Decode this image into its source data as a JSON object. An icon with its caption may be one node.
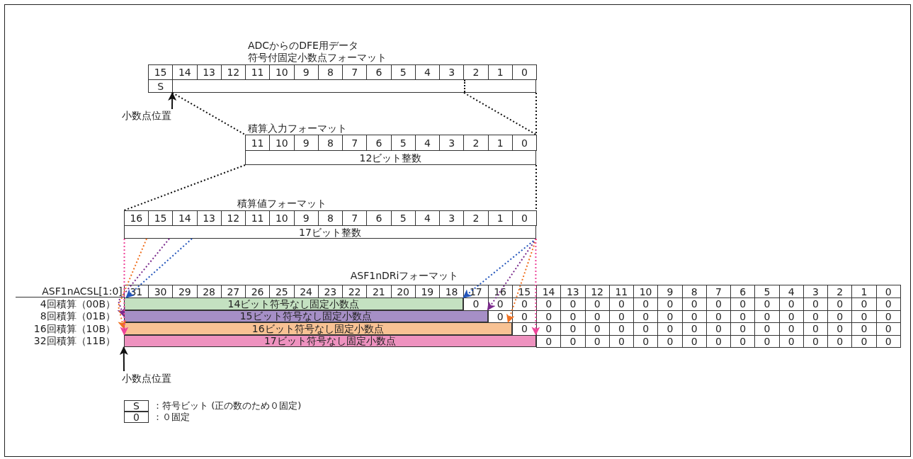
{
  "diagram": {
    "nodes": [
      {
        "text": [
          "ADCからのDFE用データ",
          "符号付固定小数点フォーマット"
        ]
      },
      {
        "text": [
          "S"
        ],
        "in": 0
      },
      {
        "text": [],
        "shape": "box",
        "in": 0
      },
      {
        "text": [
          "小数点位置"
        ]
      },
      {
        "text": [
          "積算入力フォーマット"
        ]
      },
      {
        "text": [
          "12ビット整数"
        ],
        "in": 4
      },
      {
        "text": [
          "積算値フォーマット"
        ]
      },
      {
        "text": [
          "17ビット整数"
        ],
        "in": 6
      },
      {
        "text": [
          "ASF1nDRiフォーマット"
        ]
      },
      {
        "text": [
          "14ビット符号なし固定小数点"
        ],
        "in": 8
      },
      {
        "text": [
          "15ビット符号なし固定小数点"
        ],
        "in": 8
      },
      {
        "text": [
          "16ビット符号なし固定小数点"
        ],
        "in": 8
      },
      {
        "text": [
          "17ビット符号なし固定小数点"
        ],
        "in": 8
      },
      {
        "text": [
          "小数点位置"
        ]
      }
    ],
    "edges": [
      {
        "from": 3,
        "to": 2,
        "arrow": "to"
      },
      {
        "from": 2,
        "to": 4,
        "arrow": "none",
        "style": "dashed"
      },
      {
        "from": 2,
        "to": 4,
        "arrow": "none",
        "style": "dashed"
      },
      {
        "from": 2,
        "to": 4,
        "arrow": "none",
        "style": "dashed"
      },
      {
        "from": 5,
        "to": 6,
        "arrow": "none",
        "style": "dashed"
      },
      {
        "from": 5,
        "to": 6,
        "arrow": "none",
        "style": "dashed"
      },
      {
        "from": 7,
        "to": 9,
        "arrow": "to",
        "style": "dashed",
        "color": "#2255bb"
      },
      {
        "from": 7,
        "to": 9,
        "arrow": "to",
        "style": "dashed",
        "color": "#2255bb"
      },
      {
        "from": 7,
        "to": 10,
        "arrow": "to",
        "style": "dashed",
        "color": "#7a2a8c"
      },
      {
        "from": 7,
        "to": 10,
        "arrow": "to",
        "style": "dashed",
        "color": "#7a2a8c"
      },
      {
        "from": 7,
        "to": 11,
        "arrow": "to",
        "style": "dashed",
        "color": "#f07020"
      },
      {
        "from": 7,
        "to": 11,
        "arrow": "to",
        "style": "dashed",
        "color": "#f07020"
      },
      {
        "from": 7,
        "to": 12,
        "arrow": "to",
        "style": "dashed",
        "color": "#ee4499"
      },
      {
        "from": 7,
        "to": 12,
        "arrow": "to",
        "style": "dashed",
        "color": "#ee4499"
      },
      {
        "from": 13,
        "to": 12,
        "arrow": "to"
      }
    ],
    "labels": [
      "15",
      "14",
      "13",
      "12",
      "11",
      "10",
      "9",
      "8",
      "7",
      "6",
      "5",
      "4",
      "3",
      "2",
      "1",
      "0",
      "11",
      "10",
      "9",
      "8",
      "7",
      "6",
      "5",
      "4",
      "3",
      "2",
      "1",
      "0",
      "16",
      "15",
      "14",
      "13",
      "12",
      "11",
      "10",
      "9",
      "8",
      "7",
      "6",
      "5",
      "4",
      "3",
      "2",
      "1",
      "0",
      "ASF1nACSL[1:0]",
      "31",
      "30",
      "29",
      "28",
      "27",
      "26",
      "25",
      "24",
      "23",
      "22",
      "21",
      "20",
      "19",
      "18",
      "17",
      "16",
      "15",
      "14",
      "13",
      "12",
      "11",
      "10",
      "9",
      "8",
      "7",
      "6",
      "5",
      "4",
      "3",
      "2",
      "1",
      "0",
      "4回積算（00B）",
      "0",
      "0",
      "0",
      "0",
      "0",
      "0",
      "0",
      "0",
      "0",
      "0",
      "0",
      "0",
      "0",
      "0",
      "0",
      "0",
      "0",
      "0",
      "8回積算（01B）",
      "0",
      "0",
      "0",
      "0",
      "0",
      "0",
      "0",
      "0",
      "0",
      "0",
      "0",
      "0",
      "0",
      "0",
      "0",
      "0",
      "0",
      "16回積算（10B）",
      "0",
      "0",
      "0",
      "0",
      "0",
      "0",
      "0",
      "0",
      "0",
      "0",
      "0",
      "0",
      "0",
      "0",
      "0",
      "0",
      "32回積算（11B）",
      "0",
      "0",
      "0",
      "0",
      "0",
      "0",
      "0",
      "0",
      "0",
      "0",
      "0",
      "0",
      "0",
      "0",
      "0",
      "S",
      "0"
    ],
    "legend": [
      {
        "text": "：符号ビット (正の数のため０固定)"
      },
      {
        "text": "：０固定"
      }
    ]
  }
}
